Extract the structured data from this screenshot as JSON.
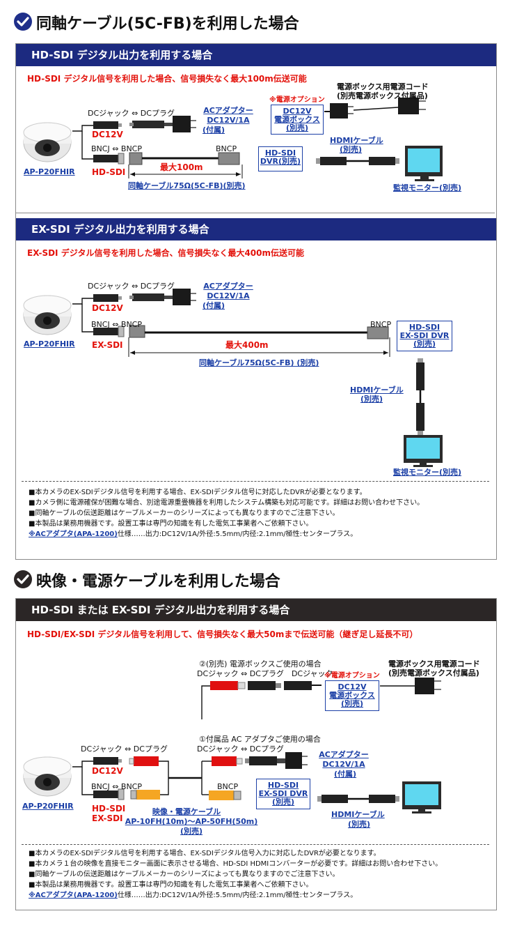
{
  "section1": {
    "heading": "同軸ケーブル(5C-FB)を利用した場合",
    "hd": {
      "bar": "HD-SDI デジタル出力を利用する場合",
      "note": "HD-SDI デジタル信号を利用した場合、信号損失なく最大100m伝送可能",
      "dc_label": "DCジャック ⇔ DCプラグ",
      "dc12v": "DC12V",
      "bnc_label": "BNCJ ⇔ BNCP",
      "sdi": "HD-SDI",
      "bncp": "BNCP",
      "camera": "AP-P20FHIR",
      "ac1": "ACアダプター",
      "ac2": "DC12V/1A",
      "ac3": "(付属)",
      "max": "最大100m",
      "coax": "同軸ケーブル75Ω(5C-FB)(別売)",
      "opt": "※電源オプション",
      "psbox1": "DC12V",
      "psbox2": "電源ボックス",
      "psbox3": "(別売)",
      "cord1": "電源ボックス用電源コード",
      "cord2": "(別売電源ボックス付属品)",
      "dvr1": "HD-SDI",
      "dvr2": "DVR(別売)",
      "hdmi1": "HDMIケーブル",
      "hdmi2": "(別売)",
      "monitor": "監視モニター(別売)"
    },
    "ex": {
      "bar": "EX-SDI デジタル出力を利用する場合",
      "note": "EX-SDI デジタル信号を利用した場合、信号損失なく最大400m伝送可能",
      "dc_label": "DCジャック ⇔ DCプラグ",
      "dc12v": "DC12V",
      "bnc_label": "BNCJ ⇔ BNCP",
      "sdi": "EX-SDI",
      "bncp": "BNCP",
      "camera": "AP-P20FHIR",
      "ac1": "ACアダプター",
      "ac2": "DC12V/1A",
      "ac3": "(付属)",
      "max": "最大400m",
      "coax": "同軸ケーブル75Ω(5C-FB) (別売)",
      "dvr1": "HD-SDI",
      "dvr2": "EX-SDI DVR",
      "dvr3": "(別売)",
      "hdmi1": "HDMIケーブル",
      "hdmi2": "(別売)",
      "monitor": "監視モニター(別売)"
    },
    "notes": [
      "■本カメラのEX-SDIデジタル信号を利用する場合、EX-SDIデジタル信号に対応したDVRが必要となります。",
      "■カメラ側に電源確保が困難な場合、別途電源重畳機器を利用したシステム構築も対応可能です。詳細はお問い合わせ下さい。",
      "■同軸ケーブルの伝送距離はケーブルメーカーのシリーズによっても異なりますのでご注意下さい。",
      "■本製品は業務用機器です。設置工事は専門の知識を有した電気工事業者へご依頼下さい。"
    ],
    "ac_note_link": "※ACアダプタ(APA-1200)",
    "ac_note_text": "仕様……出力:DC12V/1A/外径:5.5mm/内径:2.1mm/極性:センタープラス。"
  },
  "section2": {
    "heading": "映像・電源ケーブルを利用した場合",
    "bar": "HD-SDI または EX-SDI デジタル出力を利用する場合",
    "note": "HD-SDI/EX-SDI デジタル信号を利用して、信号損失なく最大50mまで伝送可能（継ぎ足し延長不可）",
    "opt2_title": "②(別売) 電源ボックスご使用の場合",
    "opt2_dc": "DCジャック ⇔ DCプラグ　DCジャック",
    "opt": "※電源オプション",
    "psbox1": "DC12V",
    "psbox2": "電源ボックス",
    "psbox3": "(別売)",
    "cord1": "電源ボックス用電源コード",
    "cord2": "(別売電源ボックス付属品)",
    "opt1_title": "①付属品 AC アダプタご使用の場合",
    "opt1_dc": "DCジャック ⇔ DCプラグ",
    "ac1": "ACアダプター",
    "ac2": "DC12V/1A",
    "ac3": "(付属)",
    "dc_label": "DCジャック ⇔ DCプラグ",
    "dc12v": "DC12V",
    "bnc_label": "BNCJ ⇔ BNCP",
    "sdi1": "HD-SDI",
    "sdi2": "EX-SDI",
    "bncp": "BNCP",
    "camera": "AP-P20FHIR",
    "cable1": "映像・電源ケーブル",
    "cable2": "AP-10FH(10m)～AP-50FH(50m)",
    "cable3": "(別売)",
    "dvr1": "HD-SDI",
    "dvr2": "EX-SDI DVR",
    "dvr3": "(別売)",
    "hdmi1": "HDMIケーブル",
    "hdmi2": "(別売)",
    "notes": [
      "■本カメラのEX-SDIデジタル信号を利用する場合、EX-SDIデジタル信号入力に対応したDVRが必要となります。",
      "■本カメラ１台の映像を直接モニター画面に表示させる場合、HD-SDI HDMIコンバーターが必要です。詳細はお問い合わせ下さい。",
      "■同軸ケーブルの伝送距離はケーブルメーカーのシリーズによっても異なりますのでご注意下さい。",
      "■本製品は業務用機器です。設置工事は専門の知識を有した電気工事業者へご依頼下さい。"
    ],
    "ac_note_link": "※ACアダプタ(APA-1200)",
    "ac_note_text": "仕様……出力:DC12V/1A/外径:5.5mm/内径:2.1mm/極性:センタープラス。"
  }
}
